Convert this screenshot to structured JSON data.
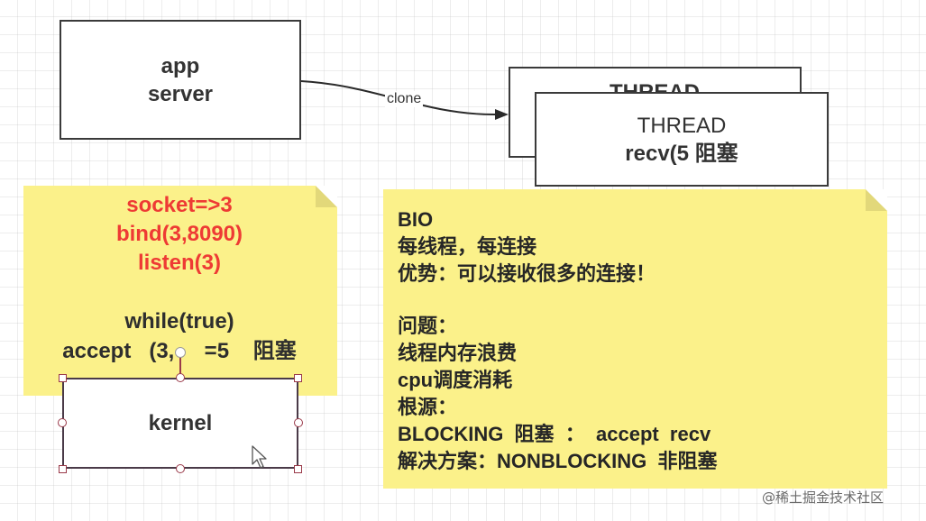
{
  "app_server": {
    "line1": "app",
    "line2": "server"
  },
  "clone_arrow": {
    "label": "clone"
  },
  "thread_back": {
    "title": "THREAD"
  },
  "thread_front": {
    "title": "THREAD",
    "line2": "recv(5  阻塞"
  },
  "left_note": {
    "lines": [
      "socket=>3",
      "bind(3,8090)",
      "listen(3)",
      "while(true)",
      "accept   (3,     =5    阻塞"
    ]
  },
  "kernel": {
    "label": "kernel"
  },
  "right_note": {
    "lines": [
      "BIO",
      "每线程，每连接",
      "优势：可以接收很多的连接！",
      "问题：",
      "线程内存浪费",
      "cpu调度消耗",
      "根源：",
      "BLOCKING  阻塞  ：  accept  recv",
      "解决方案：NONBLOCKING  非阻塞"
    ]
  },
  "watermark": "@稀土掘金技术社区",
  "colors": {
    "note_yellow": "#fbf18a",
    "code_red": "#ee3a34",
    "box_border": "#3a3a3a",
    "text_dark": "#262626"
  },
  "icons": [
    "mouse-cursor-icon"
  ]
}
